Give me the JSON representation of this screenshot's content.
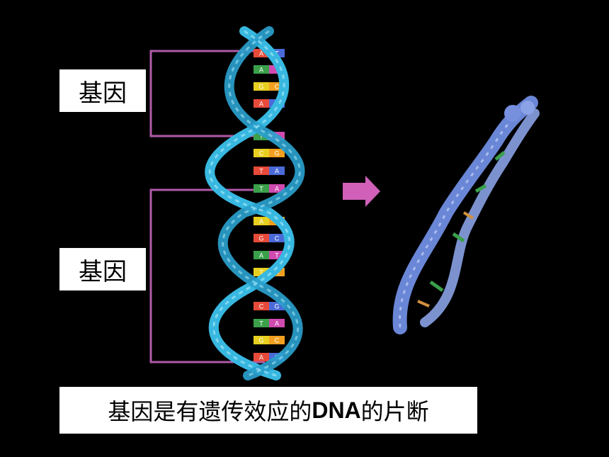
{
  "labels": {
    "gene_1": "基因",
    "gene_2": "基因"
  },
  "caption": {
    "part1": "基因是有遗传效应的",
    "part2": "DNA",
    "part3": "的片断"
  },
  "base_letters": [
    "A",
    "T",
    "A",
    "T",
    "G",
    "C",
    "A",
    "T",
    "T",
    "A",
    "C",
    "G",
    "T",
    "A",
    "T",
    "A",
    "A",
    "T",
    "G",
    "C",
    "A",
    "T",
    "T",
    "A",
    "C",
    "G",
    "T",
    "A",
    "G",
    "C",
    "A",
    "T"
  ],
  "colors": {
    "background": "#000000",
    "bracket": "#b05aa8",
    "arrow": "#d060b8",
    "strand_a": "#38b8e0",
    "strand_b": "#2a9fcc",
    "strand_right": "#6a86d6"
  }
}
